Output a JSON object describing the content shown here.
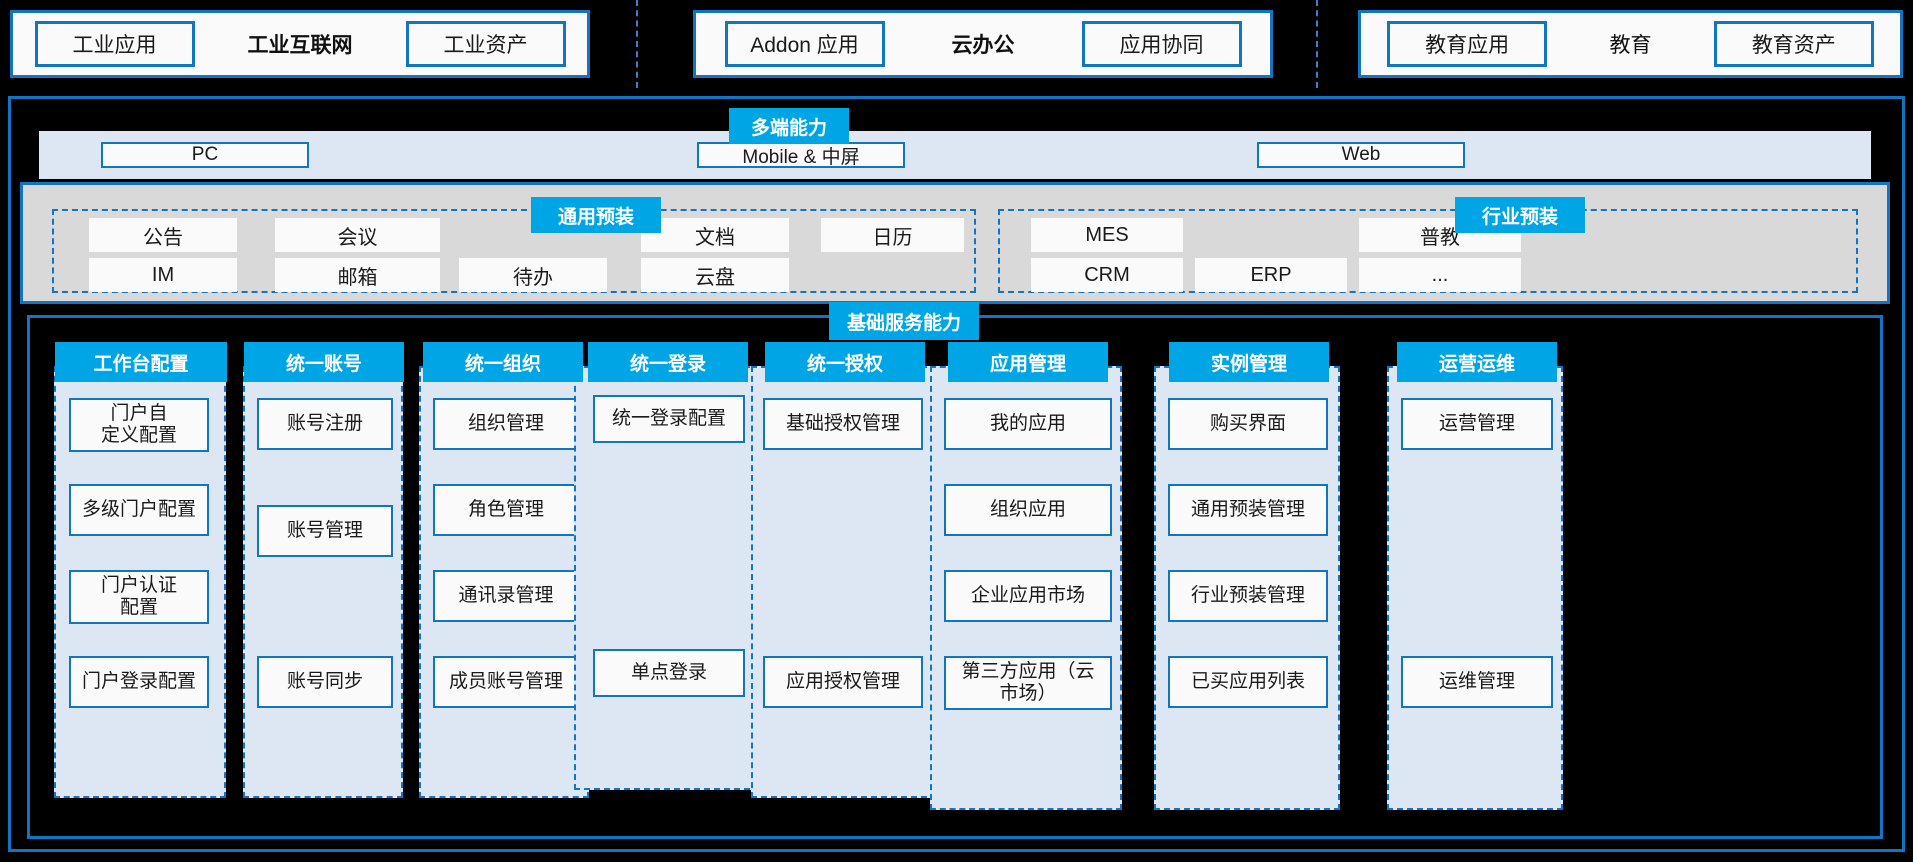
{
  "colors": {
    "accent": "#00a5e5",
    "border_blue": "#1175c2",
    "panel_blue": "#dce7f3",
    "strip_gray": "#d9d9d9",
    "background": "#000000",
    "box_white": "#fafafa"
  },
  "top_row": {
    "groups": [
      {
        "left_box": "工业应用",
        "center_label": "工业互联网",
        "center_bold": true,
        "right_box": "工业资产"
      },
      {
        "left_box": "Addon 应用",
        "center_label": "云办公",
        "center_bold": true,
        "right_box": "应用协同"
      },
      {
        "left_box": "教育应用",
        "center_label": "教育",
        "center_bold": false,
        "right_box": "教育资产"
      }
    ]
  },
  "terminal": {
    "badge": "多端能力",
    "items": [
      "PC",
      "Mobile & 中屏",
      "Web"
    ]
  },
  "preinstall": {
    "general": {
      "badge": "通用预装",
      "items": [
        "公告",
        "会议",
        "文档",
        "日历",
        "IM",
        "邮箱",
        "待办",
        "云盘"
      ]
    },
    "industry": {
      "badge": "行业预装",
      "items": [
        "MES",
        "普教",
        "CRM",
        "ERP",
        "..."
      ]
    }
  },
  "base_services": {
    "badge": "基础服务能力",
    "columns": [
      {
        "title": "工作台配置",
        "items": [
          "门户自\n定义配置",
          "多级门户配置",
          "门户认证\n配置",
          "门户登录配置"
        ]
      },
      {
        "title": "统一账号",
        "items": [
          "账号注册",
          "账号管理",
          "账号同步"
        ]
      },
      {
        "title": "统一组织",
        "items": [
          "组织管理",
          "角色管理",
          "通讯录管理",
          "成员账号管理"
        ]
      },
      {
        "title": "统一登录",
        "items": [
          "统一登录配置",
          "单点登录"
        ]
      },
      {
        "title": "统一授权",
        "items": [
          "基础授权管理",
          "应用授权管理"
        ]
      },
      {
        "title": "应用管理",
        "items": [
          "我的应用",
          "组织应用",
          "企业应用市场",
          "第三方应用（云\n市场）"
        ]
      },
      {
        "title": "实例管理",
        "items": [
          "购买界面",
          "通用预装管理",
          "行业预装管理",
          "已买应用列表"
        ]
      },
      {
        "title": "运营运维",
        "items": [
          "运营管理",
          "运维管理"
        ]
      }
    ]
  }
}
